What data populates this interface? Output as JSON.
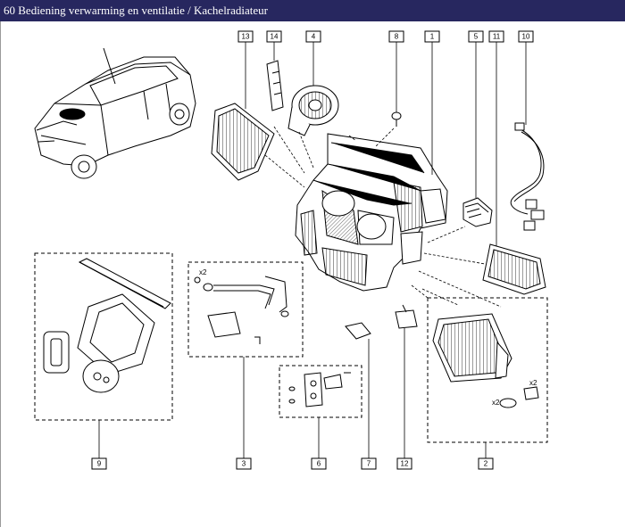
{
  "title": "60 Bediening verwarming en ventilatie / Kachelradiateur",
  "callouts": [
    {
      "id": "13",
      "label": "13"
    },
    {
      "id": "14",
      "label": "14"
    },
    {
      "id": "4",
      "label": "4"
    },
    {
      "id": "8",
      "label": "8"
    },
    {
      "id": "1",
      "label": "1"
    },
    {
      "id": "5",
      "label": "5"
    },
    {
      "id": "11",
      "label": "11"
    },
    {
      "id": "10",
      "label": "10"
    },
    {
      "id": "9",
      "label": "9"
    },
    {
      "id": "3",
      "label": "3"
    },
    {
      "id": "6",
      "label": "6"
    },
    {
      "id": "7",
      "label": "7"
    },
    {
      "id": "12",
      "label": "12"
    },
    {
      "id": "2",
      "label": "2"
    }
  ],
  "quantity_marks": {
    "hose_clips": "x2",
    "heater_screws": "x2",
    "heater_seals": "x2"
  }
}
